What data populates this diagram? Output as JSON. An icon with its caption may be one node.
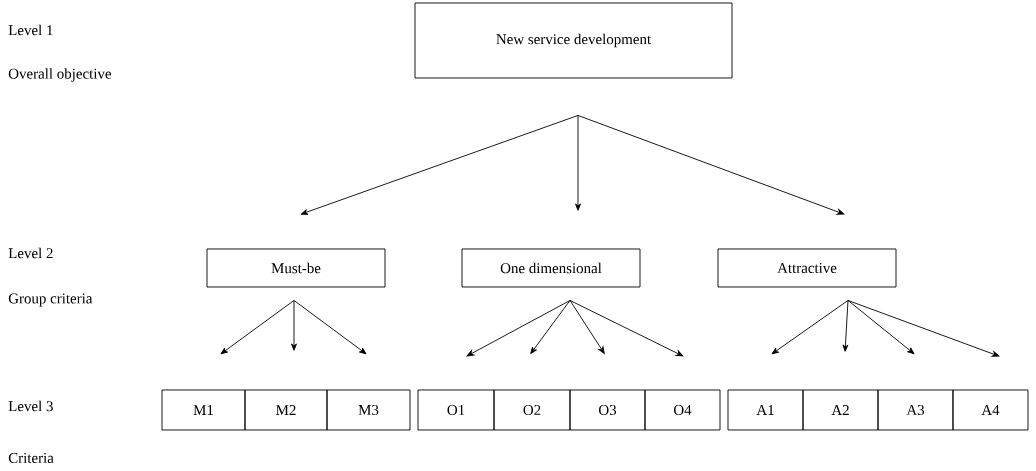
{
  "diagram": {
    "nodes": [
      {
        "text": [
          "New service development"
        ]
      },
      {
        "text": [
          "Must-be"
        ]
      },
      {
        "text": [
          "One dimensional"
        ]
      },
      {
        "text": [
          "Attractive"
        ]
      },
      {
        "text": [
          "M1"
        ]
      },
      {
        "text": [
          "M2"
        ]
      },
      {
        "text": [
          "M3"
        ]
      },
      {
        "text": [
          "O1"
        ]
      },
      {
        "text": [
          "O2"
        ]
      },
      {
        "text": [
          "O3"
        ]
      },
      {
        "text": [
          "O4"
        ]
      },
      {
        "text": [
          "A1"
        ]
      },
      {
        "text": [
          "A2"
        ]
      },
      {
        "text": [
          "A3"
        ]
      },
      {
        "text": [
          "A4"
        ]
      }
    ],
    "edges": [
      {
        "from": 0,
        "to": 1,
        "arrow": "to"
      },
      {
        "from": 0,
        "to": 2,
        "arrow": "to"
      },
      {
        "from": 0,
        "to": 3,
        "arrow": "to"
      },
      {
        "from": 1,
        "to": 4,
        "arrow": "to"
      },
      {
        "from": 1,
        "to": 5,
        "arrow": "to"
      },
      {
        "from": 1,
        "to": 6,
        "arrow": "to"
      },
      {
        "from": 2,
        "to": 7,
        "arrow": "to"
      },
      {
        "from": 2,
        "to": 8,
        "arrow": "to"
      },
      {
        "from": 2,
        "to": 9,
        "arrow": "to"
      },
      {
        "from": 2,
        "to": 10,
        "arrow": "to"
      },
      {
        "from": 3,
        "to": 11,
        "arrow": "to"
      },
      {
        "from": 3,
        "to": 12,
        "arrow": "to"
      },
      {
        "from": 3,
        "to": 13,
        "arrow": "to"
      },
      {
        "from": 3,
        "to": 14,
        "arrow": "to"
      }
    ],
    "labels": [
      "Level 1",
      "Overall objective",
      "Level 2",
      "Group criteria",
      "Level 3",
      "Criteria"
    ]
  }
}
